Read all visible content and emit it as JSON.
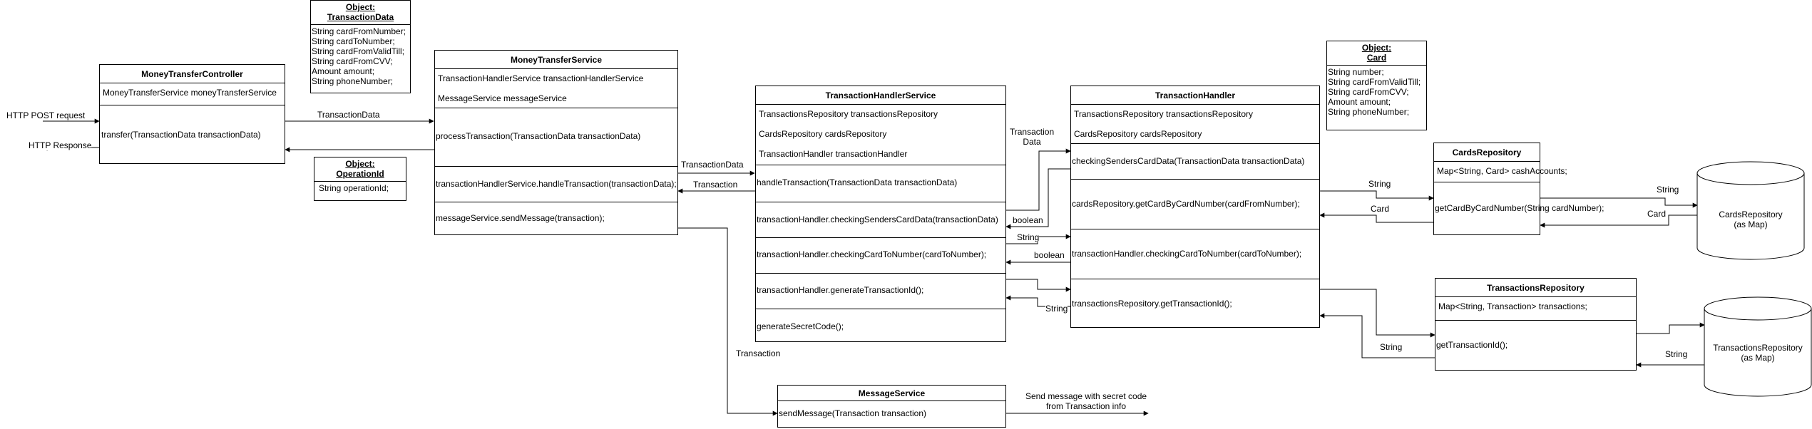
{
  "classes": {
    "money_transfer_controller": {
      "title": "MoneyTransferController",
      "fields": [
        "MoneyTransferService moneyTransferService"
      ],
      "methods": [
        "transfer(TransactionData transactionData)"
      ]
    },
    "money_transfer_service": {
      "title": "MoneyTransferService",
      "fields": [
        "TransactionHandlerService transactionHandlerService",
        "MessageService messageService"
      ],
      "methods": [
        "processTransaction(TransactionData transactionData)",
        "transactionHandlerService.handleTransaction(transactionData);",
        "messageService.sendMessage(transaction);"
      ]
    },
    "transaction_handler_service": {
      "title": "TransactionHandlerService",
      "fields": [
        "TransactionsRepository transactionsRepository",
        "CardsRepository cardsRepository",
        "TransactionHandler transactionHandler"
      ],
      "methods": [
        "handleTransaction(TransactionData transactionData)",
        "transactionHandler.checkingSendersCardData(transactionData)",
        "transactionHandler.checkingCardToNumber(cardToNumber);",
        "transactionHandler.generateTransactionId();",
        "generateSecretCode();"
      ]
    },
    "transaction_handler": {
      "title": "TransactionHandler",
      "fields": [
        "TransactionsRepository transactionsRepository",
        "CardsRepository cardsRepository"
      ],
      "methods": [
        "checkingSendersCardData(TransactionData transactionData)",
        "cardsRepository.getCardByCardNumber(cardFromNumber);",
        "transactionHandler.checkingCardToNumber(cardToNumber);",
        "transactionsRepository.getTransactionId();"
      ]
    },
    "cards_repository": {
      "title": "CardsRepository",
      "fields": [
        "Map<String, Card> cashAccounts;"
      ],
      "methods": [
        "getCardByCardNumber(String cardNumber);"
      ]
    },
    "transactions_repository": {
      "title": "TransactionsRepository",
      "fields": [
        "Map<String, Transaction> transactions;"
      ],
      "methods": [
        "getTransactionId();"
      ]
    },
    "message_service": {
      "title": "MessageService",
      "methods": [
        "sendMessage(Transaction transaction)"
      ]
    }
  },
  "objects": {
    "transaction_data": {
      "title_line1": "Object:",
      "title_line2": "TransactionData",
      "fields": [
        "String cardFromNumber;",
        "String cardToNumber;",
        "String cardFromValidTill;",
        "String cardFromCVV;",
        "Amount amount;",
        "String phoneNumber;"
      ]
    },
    "operation_id": {
      "title_line1": "Object:",
      "title_line2": "OperationId",
      "fields": [
        "String operationId;"
      ]
    },
    "card": {
      "title_line1": "Object:",
      "title_line2": "Card",
      "fields": [
        "String number;",
        "String cardFromValidTill;",
        "String cardFromCVV;",
        "Amount amount;",
        "String phoneNumber;"
      ]
    }
  },
  "storages": {
    "cards": {
      "line1": "CardsRepository",
      "line2": "(as Map)"
    },
    "transactions": {
      "line1": "TransactionsRepository",
      "line2": "(as Map)"
    }
  },
  "edge_labels": {
    "http_post": "HTTP POST request",
    "http_response": "HTTP Response",
    "ctrl_to_service": "TransactionData",
    "service_to_handler": "TransactionData",
    "handler_to_service": "Transaction",
    "transaction_to_message": "Transaction",
    "thsvc_to_th_line1": "Transaction",
    "thsvc_to_th_line2": "Data",
    "th_boolean_1": "boolean",
    "thsvc_string": "String",
    "th_boolean_2": "boolean",
    "th_string_back": "String",
    "th_to_cards": "String",
    "cards_to_th": "Card",
    "cards_to_storage": "String",
    "storage_to_cards": "Card",
    "trepo_to_th": "String",
    "storage_to_trepo": "String",
    "send_message_line1": "Send message with secret code",
    "send_message_line2": "from Transaction info"
  }
}
